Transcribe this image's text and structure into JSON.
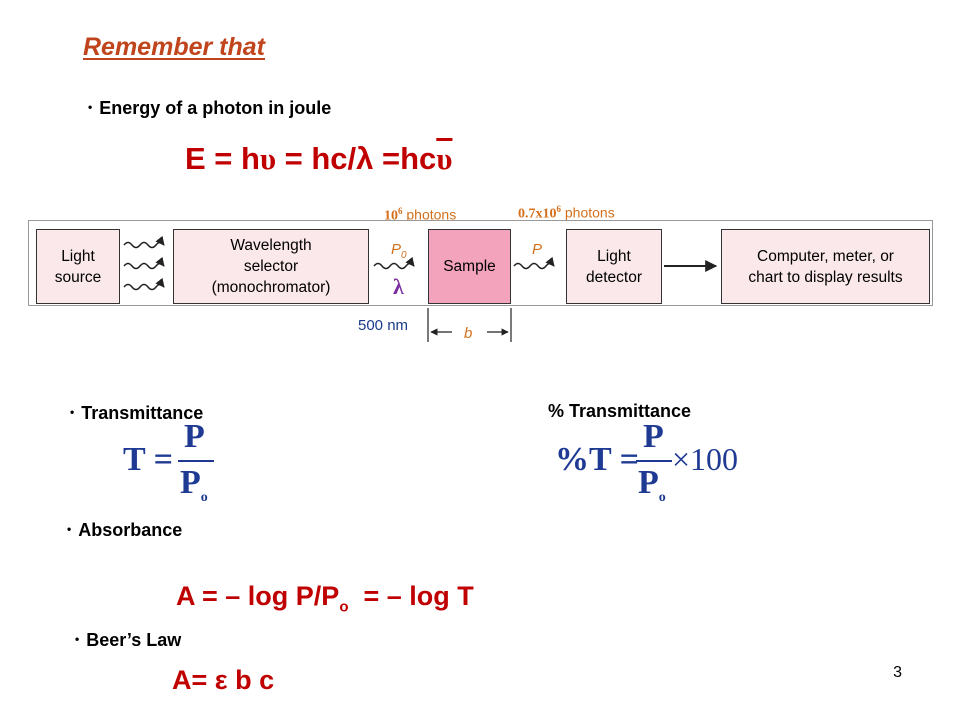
{
  "title": "Remember that",
  "energy": {
    "label": "Energy of a photon in joule",
    "formula_a": "E = h",
    "formula_b": "υ",
    "formula_c": " = hc/λ =hc",
    "formula_d": "υ"
  },
  "diagram": {
    "light_source_l1": "Light",
    "light_source_l2": "source",
    "selector_l1": "Wavelength",
    "selector_l2": "selector",
    "selector_l3": "(monochromator)",
    "sample": "Sample",
    "detector_l1": "Light",
    "detector_l2": "detector",
    "computer_l1": "Computer, meter, or",
    "computer_l2": "chart to display results",
    "p0_label_main": "P",
    "p0_label_sub": "0",
    "p_label": "P",
    "lambda": "λ",
    "wavelength": "500 nm",
    "path_b": "b",
    "photons_in_base": "10",
    "photons_in_exp": "6",
    "photons_in_word": " photons",
    "photons_out_base": "0.7x10",
    "photons_out_exp": "6",
    "photons_out_word": " photons",
    "colors": {
      "box_fill": "#fbe8ea",
      "sample_fill": "#f4a3bd",
      "label_orange": "#d4701c",
      "lambda_purple": "#7b2f9e"
    }
  },
  "transmittance": {
    "label": "Transmittance",
    "lhs": "T =",
    "num": "P",
    "den": "P",
    "den_sub": "o"
  },
  "percent_transmittance": {
    "label": "% Transmittance",
    "lhs": "%T =",
    "num": "P",
    "den": "P",
    "den_sub": "o",
    "times": "×100"
  },
  "absorbance": {
    "label": "Absorbance",
    "formula_a": "A = – log P/P",
    "formula_sub": "o",
    "formula_b": "  = – log T"
  },
  "beers_law": {
    "label": "Beer’s Law",
    "formula": "A= ε b c"
  },
  "page_number": "3"
}
